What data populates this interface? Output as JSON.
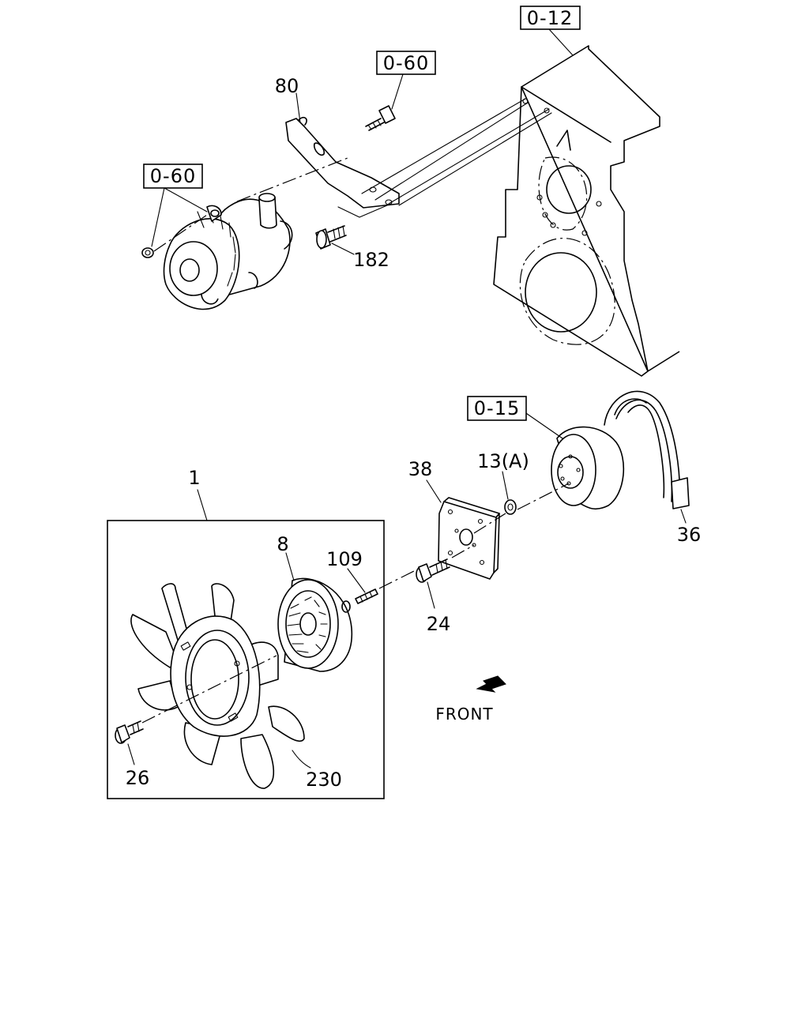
{
  "references": {
    "engine_ref": "0-12",
    "bracket_ref": "0-60",
    "pump_ref": "0-60",
    "pulley_ref": "0-15"
  },
  "callouts": {
    "bracket": "80",
    "bolt_pump": "182",
    "fan_assy": "1",
    "clutch": "8",
    "stud": "109",
    "plate": "38",
    "washer": "13(A)",
    "bolt_plate": "24",
    "belt": "36",
    "bolt_fan": "26",
    "fan": "230"
  },
  "direction": {
    "label": "FRONT",
    "icon": "front-arrow-icon"
  }
}
